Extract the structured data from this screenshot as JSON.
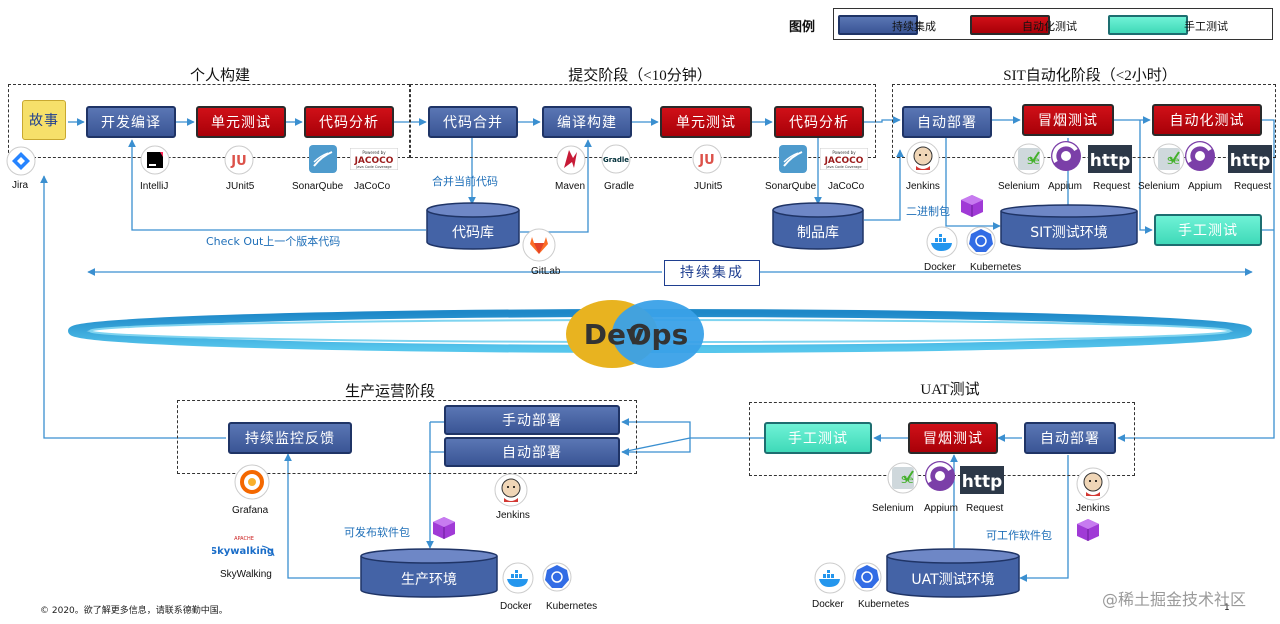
{
  "legend": {
    "title": "图例",
    "items": [
      {
        "label": "持续集成",
        "color": "#3a5595"
      },
      {
        "label": "自动化测试",
        "color": "#c00010"
      },
      {
        "label": "手工测试",
        "color": "#4fe3c3"
      }
    ]
  },
  "stages": {
    "personal": "个人构建",
    "submit": "提交阶段（<10分钟）",
    "sit": "SIT自动化阶段（<2小时）",
    "production": "生产运营阶段",
    "uat": "UAT测试"
  },
  "boxes": {
    "story": "故事",
    "dev_compile": "开发编译",
    "unit_test_1": "单元测试",
    "code_analysis_1": "代码分析",
    "code_merge": "代码合并",
    "compile_build": "编译构建",
    "unit_test_2": "单元测试",
    "code_analysis_2": "代码分析",
    "auto_deploy_sit": "自动部署",
    "smoke_test_sit": "冒烟测试",
    "automation_test_sit": "自动化测试",
    "manual_test_sit": "手工测试",
    "ci_center": "持续集成",
    "manual_deploy_prod": "手动部署",
    "auto_deploy_prod": "自动部署",
    "monitor_feedback": "持续监控反馈",
    "manual_test_uat": "手工测试",
    "smoke_test_uat": "冒烟测试",
    "auto_deploy_uat": "自动部署"
  },
  "cylinders": {
    "code_repo": "代码库",
    "artifact_repo": "制品库",
    "sit_env": "SIT测试环境",
    "prod_env": "生产环境",
    "uat_env": "UAT测试环境"
  },
  "notes": {
    "merge_current": "合并当前代码",
    "checkout_prev": "Check Out上一个版本代码",
    "binary_pkg": "二进制包",
    "releasable_pkg": "可发布软件包",
    "workable_pkg": "可工作软件包"
  },
  "tools": {
    "jira": "Jira",
    "intellij": "IntelliJ",
    "junit5_1": "JUnit5",
    "sonarqube_1": "SonarQube",
    "jacoco_1": "JaCoCo",
    "maven": "Maven",
    "gradle": "Gradle",
    "junit5_2": "JUnit5",
    "sonarqube_2": "SonarQube",
    "jacoco_2": "JaCoCo",
    "gitlab": "GitLab",
    "jenkins_sit": "Jenkins",
    "selenium_1": "Selenium",
    "appium_1": "Appium",
    "request_1": "Request",
    "selenium_2": "Selenium",
    "appium_2": "Appium",
    "request_2": "Request",
    "docker_sit": "Docker",
    "kubernetes_sit": "Kubernetes",
    "grafana": "Grafana",
    "skywalking": "SkyWalking",
    "jenkins_prod": "Jenkins",
    "docker_prod": "Docker",
    "kubernetes_prod": "Kubernetes",
    "selenium_uat": "Selenium",
    "appium_uat": "Appium",
    "request_uat": "Request",
    "jenkins_uat": "Jenkins",
    "docker_uat": "Docker",
    "kubernetes_uat": "Kubernetes"
  },
  "icon_text": {
    "http": "http",
    "jacoco_logo": "JACOCO",
    "jacoco_powered": "Powered by",
    "jacoco_sub": "Java Code Coverage",
    "junit_logo": "JU",
    "devops_dev": "Dev",
    "devops_ops": "Ops",
    "skywalking_logo": "Skywalking",
    "apache": "APACHE",
    "gradle_logo": "Gradle",
    "selenium_logo": "Se"
  },
  "footer": {
    "copyright": "© 2020。欲了解更多信息，请联系德勤中国。",
    "page": "1",
    "watermark": "@稀土掘金技术社区"
  }
}
